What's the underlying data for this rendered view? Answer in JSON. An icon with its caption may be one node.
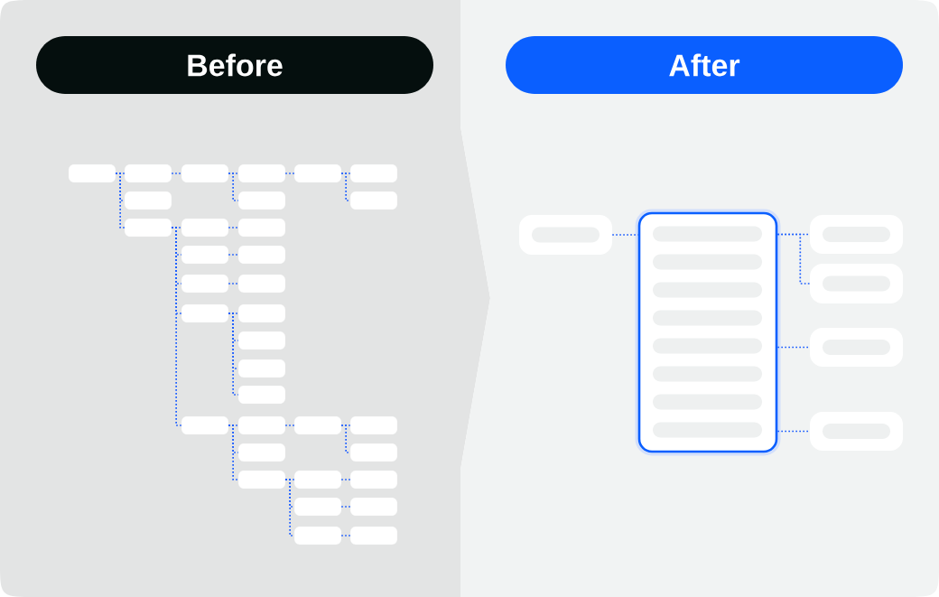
{
  "diagram": {
    "nodes": [
      {
        "text": [
          "Before"
        ]
      },
      {
        "text": [
          "After"
        ]
      },
      {
        "text": [],
        "shape": "box"
      },
      {
        "text": [],
        "shape": "box"
      },
      {
        "text": [],
        "shape": "box"
      },
      {
        "text": [],
        "shape": "box"
      },
      {
        "text": [],
        "shape": "box"
      },
      {
        "text": [],
        "shape": "box"
      },
      {
        "text": [],
        "shape": "box"
      },
      {
        "text": [],
        "shape": "box"
      },
      {
        "text": [],
        "shape": "box"
      },
      {
        "text": [],
        "shape": "box"
      },
      {
        "text": [],
        "shape": "box"
      },
      {
        "text": [],
        "shape": "box"
      },
      {
        "text": [],
        "shape": "box"
      },
      {
        "text": [],
        "shape": "box"
      },
      {
        "text": [],
        "shape": "box"
      },
      {
        "text": [],
        "shape": "box"
      },
      {
        "text": [],
        "shape": "box"
      },
      {
        "text": [],
        "shape": "box"
      },
      {
        "text": [],
        "shape": "box"
      },
      {
        "text": [],
        "shape": "box"
      },
      {
        "text": [],
        "shape": "box"
      },
      {
        "text": [],
        "shape": "box"
      },
      {
        "text": [],
        "shape": "box"
      },
      {
        "text": [],
        "shape": "box"
      },
      {
        "text": [],
        "shape": "box"
      },
      {
        "text": [],
        "shape": "box"
      },
      {
        "text": [],
        "shape": "box"
      },
      {
        "text": [],
        "shape": "box"
      },
      {
        "text": [],
        "shape": "box"
      },
      {
        "text": [],
        "shape": "box"
      },
      {
        "text": [],
        "shape": "box"
      },
      {
        "text": [],
        "shape": "box"
      },
      {
        "text": [],
        "shape": "box"
      },
      {
        "text": [],
        "shape": "box"
      },
      {
        "text": [],
        "shape": "box"
      },
      {
        "text": [],
        "shape": "box"
      },
      {
        "text": [],
        "shape": "box"
      },
      {
        "text": [],
        "shape": "box"
      },
      {
        "text": [],
        "shape": "box"
      },
      {
        "text": [],
        "shape": "box"
      }
    ],
    "edges": [
      {
        "from": 2,
        "to": 3,
        "arrow": "none"
      },
      {
        "from": 2,
        "to": 8,
        "arrow": "none"
      },
      {
        "from": 2,
        "to": 11,
        "arrow": "none"
      },
      {
        "from": 3,
        "to": 4,
        "arrow": "none"
      },
      {
        "from": 4,
        "to": 5,
        "arrow": "none"
      },
      {
        "from": 4,
        "to": 9,
        "arrow": "none"
      },
      {
        "from": 5,
        "to": 6,
        "arrow": "none"
      },
      {
        "from": 6,
        "to": 7,
        "arrow": "none"
      },
      {
        "from": 6,
        "to": 10,
        "arrow": "none"
      },
      {
        "from": 11,
        "to": 12,
        "arrow": "none"
      },
      {
        "from": 11,
        "to": 14,
        "arrow": "none"
      },
      {
        "from": 11,
        "to": 16,
        "arrow": "none"
      },
      {
        "from": 11,
        "to": 18,
        "arrow": "none"
      },
      {
        "from": 11,
        "to": 23,
        "arrow": "none"
      },
      {
        "from": 12,
        "to": 13,
        "arrow": "none"
      },
      {
        "from": 14,
        "to": 15,
        "arrow": "none"
      },
      {
        "from": 16,
        "to": 17,
        "arrow": "none"
      },
      {
        "from": 18,
        "to": 19,
        "arrow": "none"
      },
      {
        "from": 18,
        "to": 20,
        "arrow": "none"
      },
      {
        "from": 18,
        "to": 21,
        "arrow": "none"
      },
      {
        "from": 18,
        "to": 22,
        "arrow": "none"
      },
      {
        "from": 23,
        "to": 24,
        "arrow": "none"
      },
      {
        "from": 24,
        "to": 25,
        "arrow": "none"
      },
      {
        "from": 23,
        "to": 27,
        "arrow": "none"
      },
      {
        "from": 23,
        "to": 29,
        "arrow": "none"
      },
      {
        "from": 25,
        "to": 26,
        "arrow": "none"
      },
      {
        "from": 25,
        "to": 28,
        "arrow": "none"
      },
      {
        "from": 29,
        "to": 30,
        "arrow": "none"
      },
      {
        "from": 29,
        "to": 32,
        "arrow": "none"
      },
      {
        "from": 29,
        "to": 34,
        "arrow": "none"
      },
      {
        "from": 30,
        "to": 31,
        "arrow": "none"
      },
      {
        "from": 32,
        "to": 33,
        "arrow": "none"
      },
      {
        "from": 34,
        "to": 35,
        "arrow": "none"
      },
      {
        "from": 36,
        "to": 37,
        "arrow": "none"
      },
      {
        "from": 37,
        "to": 38,
        "arrow": "none"
      },
      {
        "from": 37,
        "to": 39,
        "arrow": "none"
      },
      {
        "from": 37,
        "to": 40,
        "arrow": "none"
      },
      {
        "from": 37,
        "to": 41,
        "arrow": "none"
      }
    ]
  }
}
